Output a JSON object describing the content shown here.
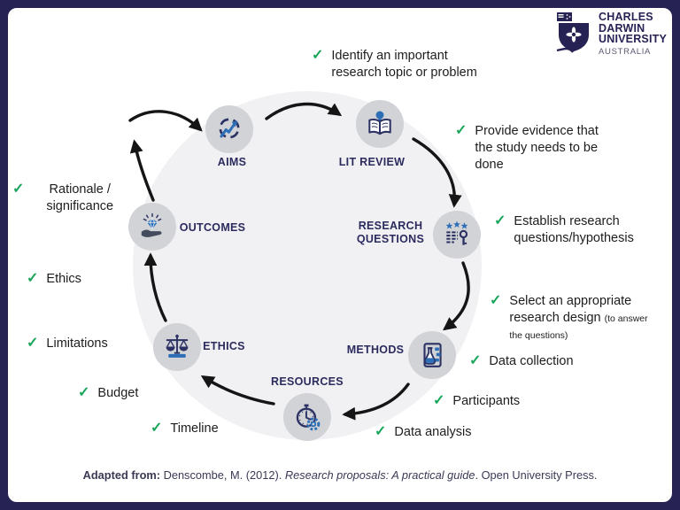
{
  "logo": {
    "line1": "CHARLES",
    "line2": "DARWIN",
    "line3": "UNIVERSITY",
    "line4": "AUSTRALIA"
  },
  "checkmark": "✓",
  "stages": [
    {
      "id": "aims",
      "label": "AIMS"
    },
    {
      "id": "lit-review",
      "label": "LIT REVIEW"
    },
    {
      "id": "research-questions",
      "label": "RESEARCH QUESTIONS"
    },
    {
      "id": "methods",
      "label": "METHODS"
    },
    {
      "id": "resources",
      "label": "RESOURCES"
    },
    {
      "id": "ethics",
      "label": "ETHICS"
    },
    {
      "id": "outcomes",
      "label": "OUTCOMES"
    }
  ],
  "annotations": [
    {
      "id": "identify",
      "text": "Identify an important research topic or problem"
    },
    {
      "id": "provide-evidence",
      "text": "Provide evidence that the study needs to be done"
    },
    {
      "id": "establish",
      "text": "Establish research questions/hypothesis"
    },
    {
      "id": "select-design",
      "text": "Select an appropriate research design",
      "note": "(to answer the questions)"
    },
    {
      "id": "data-collection",
      "text": "Data collection"
    },
    {
      "id": "participants",
      "text": "Participants"
    },
    {
      "id": "data-analysis",
      "text": "Data analysis"
    },
    {
      "id": "timeline",
      "text": "Timeline"
    },
    {
      "id": "budget",
      "text": "Budget"
    },
    {
      "id": "limitations",
      "text": "Limitations"
    },
    {
      "id": "ethics-note",
      "text": "Ethics"
    },
    {
      "id": "rationale",
      "text": "Rationale / significance"
    }
  ],
  "citation": {
    "prefix": "Adapted from:",
    "authors": " Denscombe, M. (2012). ",
    "title": "Research proposals: A practical guide",
    "suffix": ". Open University Press."
  },
  "colors": {
    "navy": "#262254",
    "green_check": "#19a65b",
    "node_gray": "#d2d3d7",
    "backdrop_gray": "#f1f1f4",
    "icon_blue": "#2d6fb7",
    "text": "#1d1d1f"
  }
}
